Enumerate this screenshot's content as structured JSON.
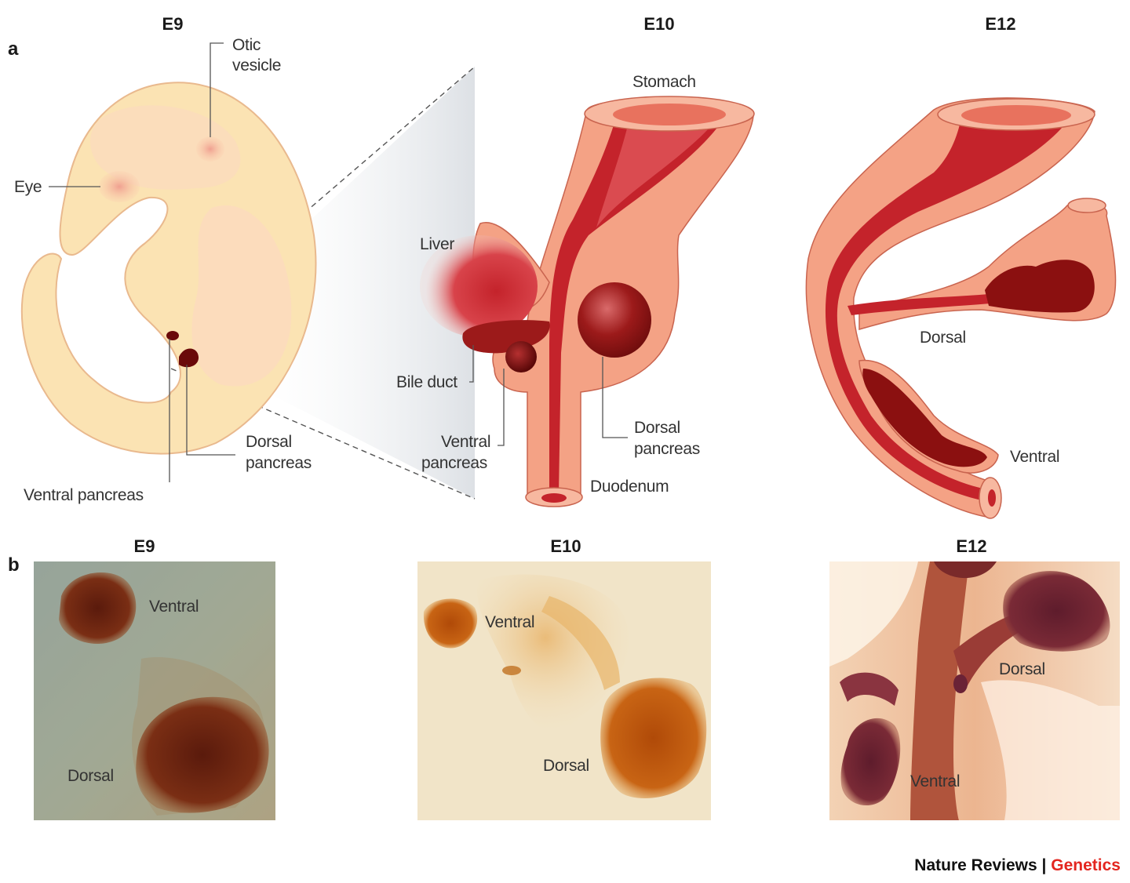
{
  "panel_a": {
    "letter": "a",
    "stages": [
      "E9",
      "E10",
      "E12"
    ],
    "e9_labels": {
      "otic_line1": "Otic",
      "otic_line2": "vesicle",
      "eye": "Eye",
      "dorsal_line1": "Dorsal",
      "dorsal_line2": "pancreas",
      "ventral": "Ventral pancreas"
    },
    "e10_labels": {
      "stomach": "Stomach",
      "liver": "Liver",
      "bile_duct": "Bile duct",
      "ventral_line1": "Ventral",
      "ventral_line2": "pancreas",
      "dorsal_line1": "Dorsal",
      "dorsal_line2": "pancreas",
      "duodenum": "Duodenum"
    },
    "e12_labels": {
      "dorsal": "Dorsal",
      "ventral": "Ventral"
    }
  },
  "panel_b": {
    "letter": "b",
    "stages": [
      "E9",
      "E10",
      "E12"
    ],
    "photo_labels": [
      {
        "ventral": "Ventral",
        "dorsal": "Dorsal"
      },
      {
        "ventral": "Ventral",
        "dorsal": "Dorsal"
      },
      {
        "ventral": "Ventral",
        "dorsal": "Dorsal"
      }
    ]
  },
  "credit": {
    "journal": "Nature Reviews",
    "separator": "|",
    "section": "Genetics"
  },
  "colors": {
    "embryo": "#fbe3b3",
    "tissue_outer": "#f4a285",
    "tissue_dark": "#c4232b",
    "pancreas": "#8b1010",
    "credit_accent": "#e3261f"
  }
}
